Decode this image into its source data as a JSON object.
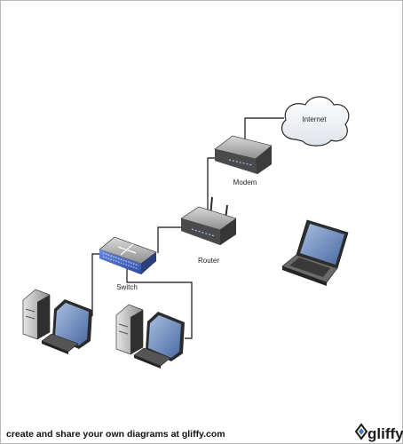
{
  "diagram": {
    "labels": {
      "internet": "Internet",
      "modem": "Modem",
      "router": "Router",
      "switch": "Switch"
    }
  },
  "footer": {
    "caption": "create and share your own diagrams at gliffy.com",
    "brand": "gliffy"
  },
  "colors": {
    "device_dark": "#3a3a3a",
    "device_light": "#b9b9b9",
    "switch_blue": "#3b64c4",
    "screen_blue": "#5f7fb3",
    "connector": "#111111"
  }
}
